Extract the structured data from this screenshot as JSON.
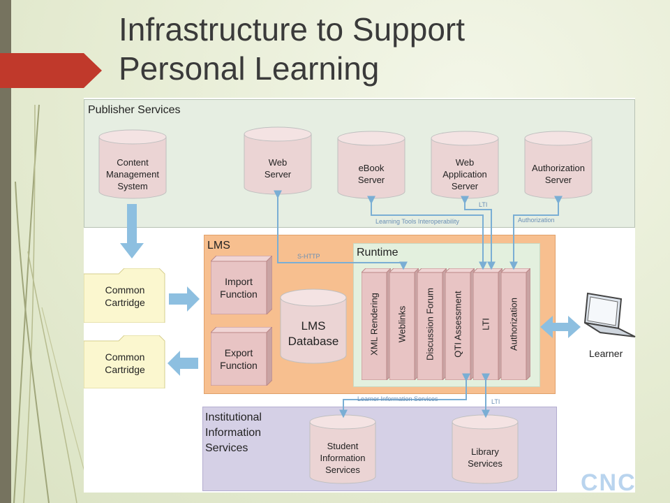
{
  "slide": {
    "title_line1": "Infrastructure to Support",
    "title_line2": "Personal Learning"
  },
  "publisher": {
    "label": "Publisher Services",
    "servers": {
      "cms": [
        "Content",
        "Management",
        "System"
      ],
      "web": [
        "Web",
        "Server"
      ],
      "ebook": [
        "eBook",
        "Server"
      ],
      "webapp": [
        "Web",
        "Application",
        "Server"
      ],
      "auth": [
        "Authorization",
        "Server"
      ]
    }
  },
  "cartridges": {
    "import": [
      "Common",
      "Cartridge"
    ],
    "export": [
      "Common",
      "Cartridge"
    ]
  },
  "lms": {
    "label": "LMS",
    "import_fn": [
      "Import",
      "Function"
    ],
    "export_fn": [
      "Export",
      "Function"
    ],
    "database": [
      "LMS",
      "Database"
    ],
    "runtime_label": "Runtime",
    "modules": [
      "XML Rendering",
      "Weblinks",
      "Discussion Forum",
      "QTI Assessment",
      "LTI",
      "Authorization"
    ]
  },
  "institutional": {
    "label": [
      "Institutional",
      "Information",
      "Services"
    ],
    "student": [
      "Student",
      "Information",
      "Services"
    ],
    "library": [
      "Library",
      "Services"
    ]
  },
  "connectors": {
    "lti_tools": "Learning Tools Interoperability",
    "lti_short_top": "LTI",
    "authorization": "Authorization",
    "shttp": "S-HTTP",
    "learner_info": "Learner Information Services",
    "lti_short_bottom": "LTI"
  },
  "learner": {
    "label": "Learner"
  },
  "logo": {
    "text": "CNC"
  },
  "colors": {
    "arrow": "#8dbfe0",
    "line": "#7aaed4",
    "lms_fill": "#f7bf8f",
    "publisher_fill": "#e6eee2",
    "institutional_fill": "#d5d0e6",
    "runtime_fill": "#e3f0de",
    "module_fill": "#e8c4c4",
    "cartridge_fill": "#fbf7cf",
    "title_arrow": "#c0392b"
  }
}
